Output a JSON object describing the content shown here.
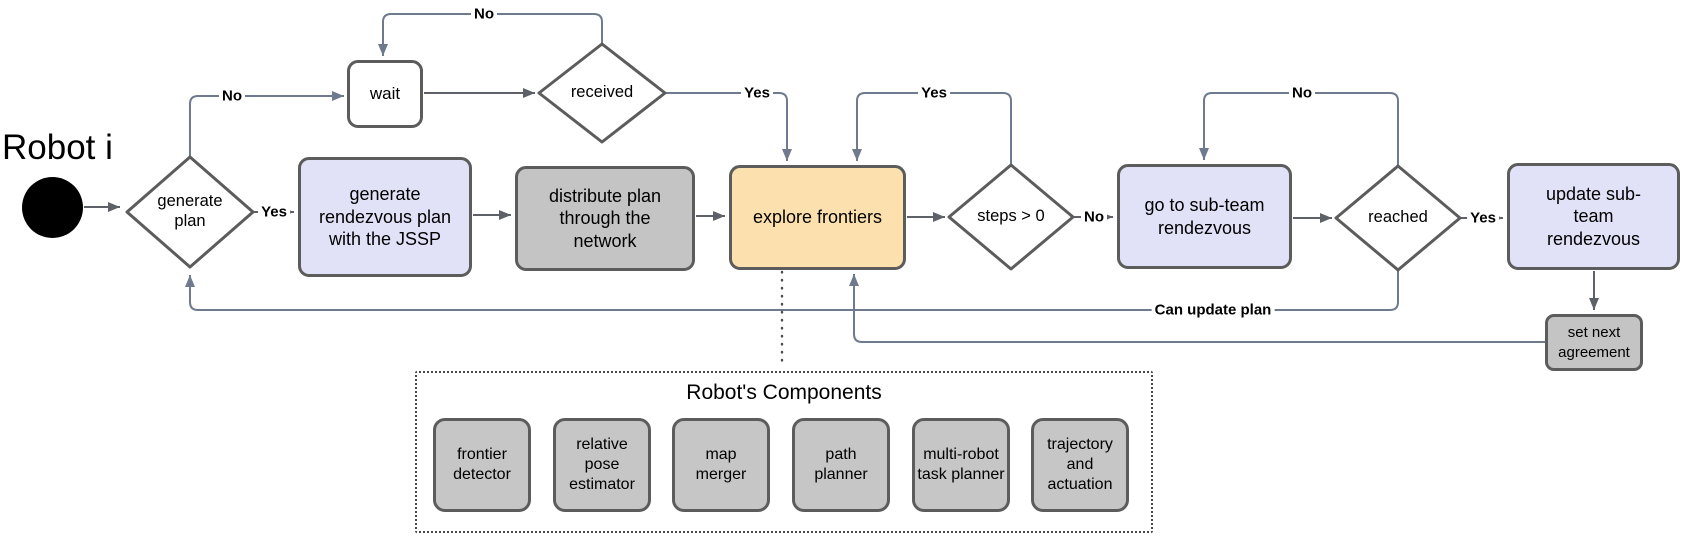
{
  "diagram": {
    "robot_label": "Robot i",
    "nodes": {
      "generate_plan": {
        "label": "generate plan",
        "shape": "decision",
        "fill": "#FFFFFF"
      },
      "wait": {
        "label": "wait",
        "shape": "process",
        "fill": "#FFFFFF"
      },
      "received": {
        "label": "received",
        "shape": "decision",
        "fill": "#FFFFFF"
      },
      "generate_rendezvous_plan": {
        "label": "generate rendezvous plan with the JSSP",
        "shape": "process",
        "fill": "#E1E1F7"
      },
      "distribute_plan": {
        "label": "distribute plan through the network",
        "shape": "process",
        "fill": "#C4C4C4"
      },
      "explore_frontiers": {
        "label": "explore frontiers",
        "shape": "process",
        "fill": "#FCE1AE"
      },
      "steps_check": {
        "label": "steps > 0",
        "shape": "decision",
        "fill": "#FFFFFF"
      },
      "goto_subteam_rendezvous": {
        "label": "go to sub-team rendezvous",
        "shape": "process",
        "fill": "#E1E1F7"
      },
      "reached": {
        "label": "reached",
        "shape": "decision",
        "fill": "#FFFFFF"
      },
      "update_subteam_rendezvous": {
        "label": "update sub-team rendezvous",
        "shape": "process",
        "fill": "#E1E1F7"
      },
      "set_next_agreement": {
        "label": "set next agreement",
        "shape": "process",
        "fill": "#C4C4C4"
      }
    },
    "edge_labels": {
      "generate_plan_no": "No",
      "generate_plan_yes": "Yes",
      "received_no": "No",
      "received_yes": "Yes",
      "steps_yes": "Yes",
      "steps_no": "No",
      "reached_no": "No",
      "reached_yes": "Yes",
      "can_update_plan": "Can update plan"
    },
    "components": {
      "title": "Robot's Components",
      "items": [
        "frontier detector",
        "relative pose estimator",
        "map merger",
        "path planner",
        "multi-robot task planner",
        "trajectory and actuation"
      ]
    },
    "colors": {
      "lavender_fill": "#E1E1F7",
      "orange_fill": "#FCE1AE",
      "gray_fill": "#C4C4C4",
      "shape_border": "#5C5C5C",
      "connector": "#6F7A8E",
      "connector_dark": "#5E6268",
      "start_node": "#000000"
    }
  }
}
